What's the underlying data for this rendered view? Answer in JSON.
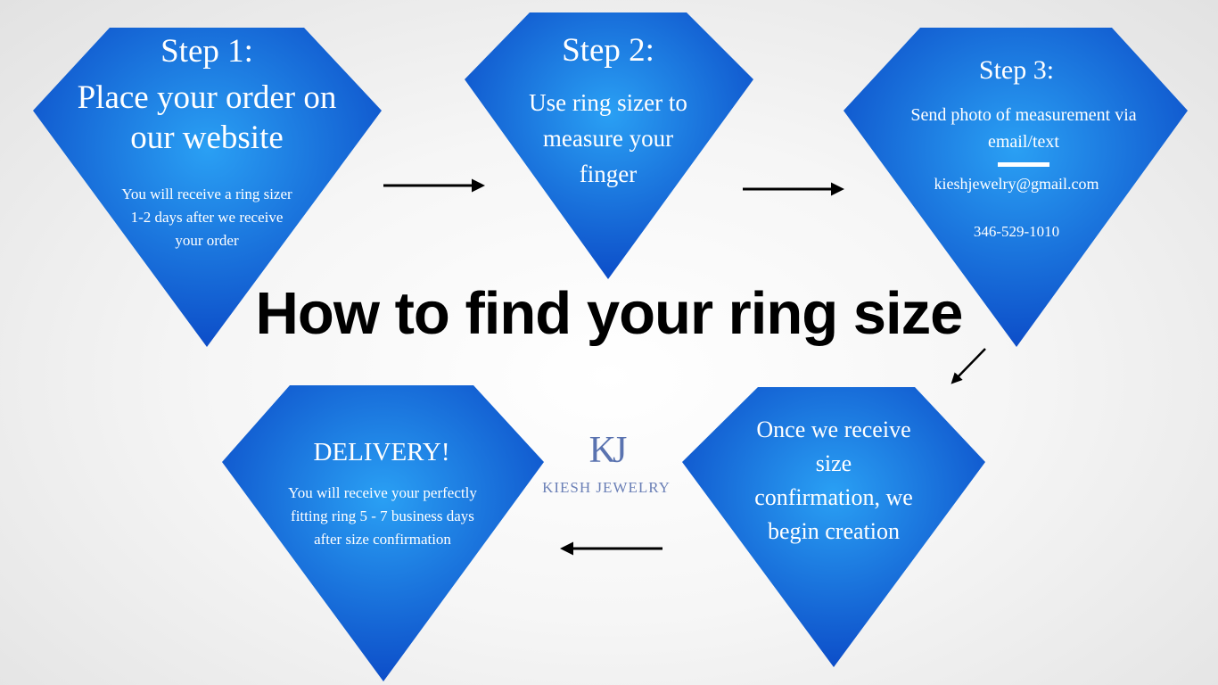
{
  "title": "How to find your ring size",
  "step1": {
    "heading": "Step 1:",
    "main": "Place your order on our website",
    "detail": "You will receive a ring sizer 1-2 days after we receive your order"
  },
  "step2": {
    "heading": "Step 2:",
    "main": "Use ring sizer to measure your finger"
  },
  "step3": {
    "heading": "Step 3:",
    "main": "Send photo of measurement via email/text",
    "email": "kieshjewelry@gmail.com",
    "phone": "346-529-1010"
  },
  "step4": {
    "main": "Once we receive size confirmation, we begin creation"
  },
  "delivery": {
    "heading": "DELIVERY!",
    "detail": "You will receive your perfectly fitting ring 5 - 7 business days after size confirmation"
  },
  "logo": {
    "mark": "KJ",
    "name": "KIESH JEWELRY"
  },
  "colors": {
    "diamond_light": "#2aa0f4",
    "diamond_dark": "#0b49c6",
    "arrow": "#000000",
    "text": "#ffffff"
  }
}
